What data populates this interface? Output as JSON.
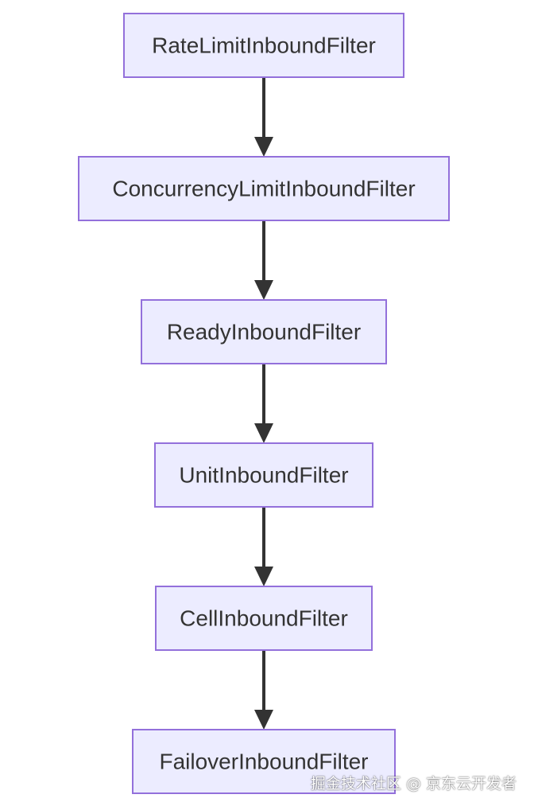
{
  "diagram": {
    "type": "flowchart",
    "direction": "top-down",
    "nodes": [
      {
        "id": "n1",
        "label": "RateLimitInboundFilter"
      },
      {
        "id": "n2",
        "label": "ConcurrencyLimitInboundFilter"
      },
      {
        "id": "n3",
        "label": "ReadyInboundFilter"
      },
      {
        "id": "n4",
        "label": "UnitInboundFilter"
      },
      {
        "id": "n5",
        "label": "CellInboundFilter"
      },
      {
        "id": "n6",
        "label": "FailoverInboundFilter"
      }
    ],
    "edges": [
      {
        "from": "n1",
        "to": "n2"
      },
      {
        "from": "n2",
        "to": "n3"
      },
      {
        "from": "n3",
        "to": "n4"
      },
      {
        "from": "n4",
        "to": "n5"
      },
      {
        "from": "n5",
        "to": "n6"
      }
    ]
  },
  "colors": {
    "node_fill": "#ececff",
    "node_border": "#9370db",
    "edge": "#333333",
    "text": "#333333"
  },
  "watermark": "掘金技术社区 @ 京东云开发者"
}
